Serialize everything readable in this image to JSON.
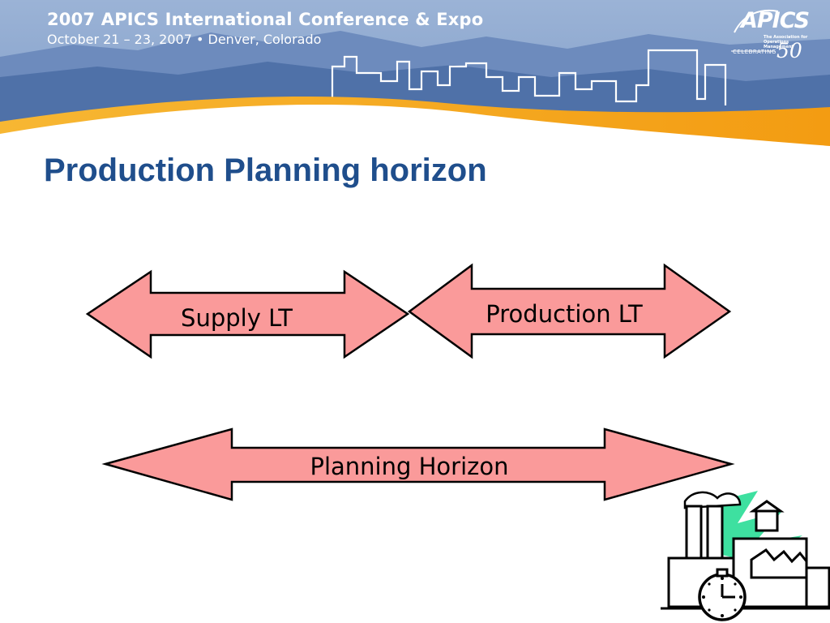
{
  "banner": {
    "title": "2007 APICS International Conference & Expo",
    "subtitle": "October 21 – 23, 2007 • Denver, Colorado"
  },
  "logo": {
    "name": "APICS",
    "tagline": "The Association for Operations Management",
    "celebrating": "CELEBRATING",
    "anniversary": "50"
  },
  "slide": {
    "title": "Production Planning horizon"
  },
  "diagram": {
    "arrow_fill": "#fa9a9a",
    "arrow_stroke": "#000000",
    "arrows": [
      {
        "id": "supply",
        "label": "Supply LT"
      },
      {
        "id": "production",
        "label": "Production LT"
      },
      {
        "id": "planning",
        "label": "Planning Horizon"
      }
    ]
  },
  "colors": {
    "title_blue": "#1f4e8c",
    "banner_sky": "#8fa9cf",
    "banner_orange": "#f5a623"
  },
  "clipart": {
    "icon": "factory-clock-icon"
  }
}
